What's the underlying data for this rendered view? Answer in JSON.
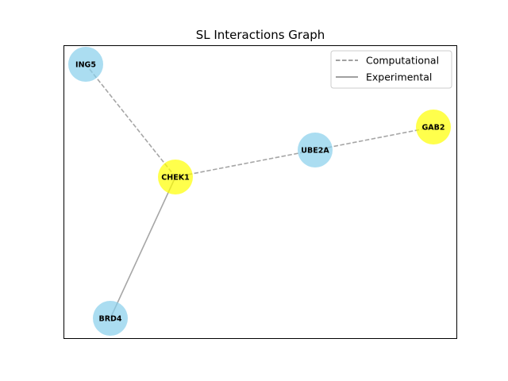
{
  "graph": {
    "title": "SL Interactions Graph",
    "nodes": [
      {
        "id": "ING5",
        "label": "ING5",
        "color": "#87CEEB"
      },
      {
        "id": "CHEK1",
        "label": "CHEK1",
        "color": "#FFFF00"
      },
      {
        "id": "UBE2A",
        "label": "UBE2A",
        "color": "#87CEEB"
      },
      {
        "id": "GAB2",
        "label": "GAB2",
        "color": "#FFFF00"
      },
      {
        "id": "BRD4",
        "label": "BRD4",
        "color": "#87CEEB"
      }
    ],
    "edges": [
      {
        "source": "ING5",
        "target": "CHEK1",
        "type": "Computational"
      },
      {
        "source": "CHEK1",
        "target": "UBE2A",
        "type": "Computational"
      },
      {
        "source": "UBE2A",
        "target": "GAB2",
        "type": "Computational"
      },
      {
        "source": "CHEK1",
        "target": "BRD4",
        "type": "Experimental"
      }
    ],
    "legend": {
      "placement": "top-right",
      "entries": [
        {
          "label": "Computational",
          "style": "dashed"
        },
        {
          "label": "Experimental",
          "style": "solid"
        }
      ]
    },
    "edge_color": "#808080"
  }
}
